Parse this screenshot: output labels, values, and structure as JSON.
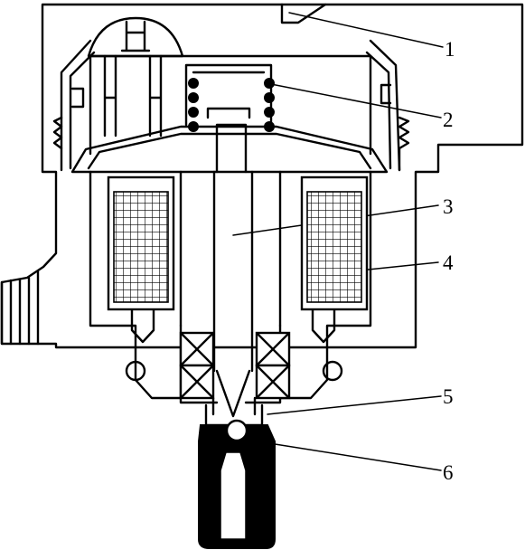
{
  "labels": {
    "l1": "1",
    "l2": "2",
    "l3": "3",
    "l4": "4",
    "l5": "5",
    "l6": "6"
  },
  "colors": {
    "line": "#000000",
    "background": "#ffffff"
  }
}
